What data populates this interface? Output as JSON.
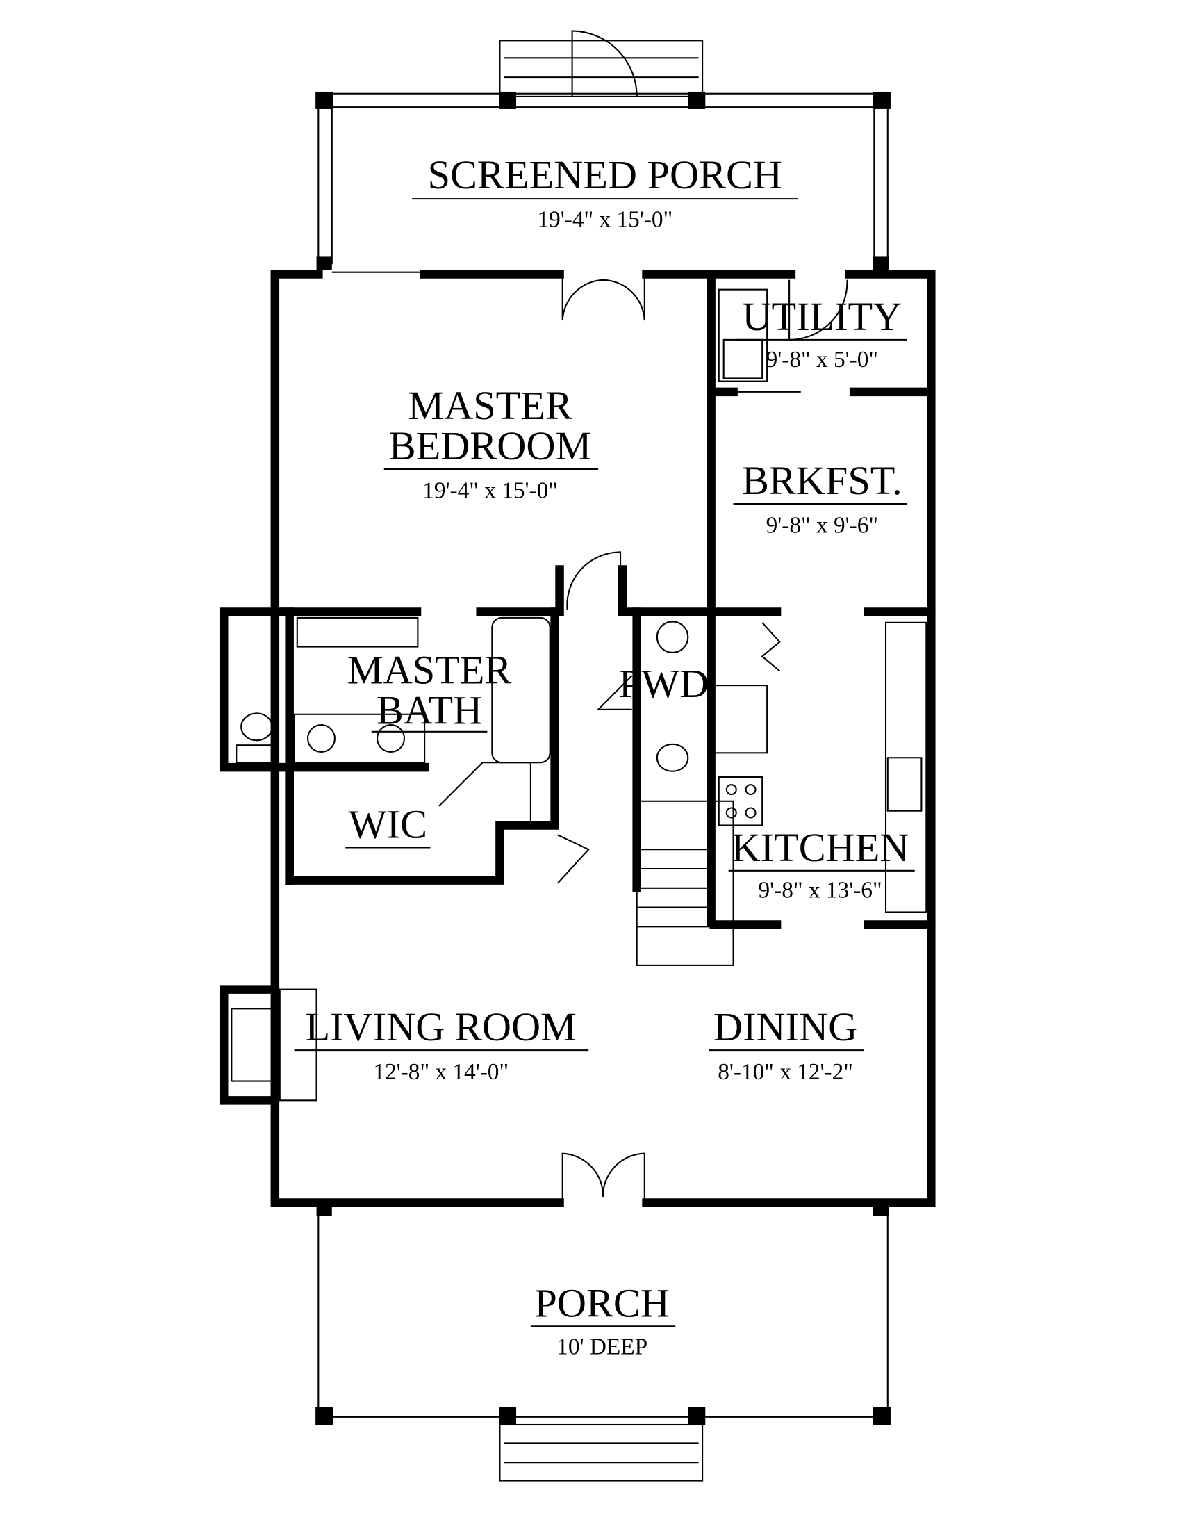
{
  "rooms": {
    "screened_porch": {
      "name": "SCREENED PORCH",
      "dims": "19'-4\" x 15'-0\""
    },
    "master_bedroom": {
      "name_line1": "MASTER",
      "name_line2": "BEDROOM",
      "dims": "19'-4\" x 15'-0\""
    },
    "utility": {
      "name": "UTILITY",
      "dims": "9'-8\" x 5'-0\""
    },
    "breakfast": {
      "name": "BRKFST.",
      "dims": "9'-8\" x 9'-6\""
    },
    "master_bath": {
      "name_line1": "MASTER",
      "name_line2": "BATH"
    },
    "powder": {
      "name": "PWD"
    },
    "wic": {
      "name": "WIC"
    },
    "kitchen": {
      "name": "KITCHEN",
      "dims": "9'-8\" x 13'-6\""
    },
    "living_room": {
      "name": "LIVING ROOM",
      "dims": "12'-8\" x 14'-0\""
    },
    "dining": {
      "name": "DINING",
      "dims": "8'-10\" x 12'-2\""
    },
    "porch": {
      "name": "PORCH",
      "dims": "10' DEEP"
    }
  }
}
